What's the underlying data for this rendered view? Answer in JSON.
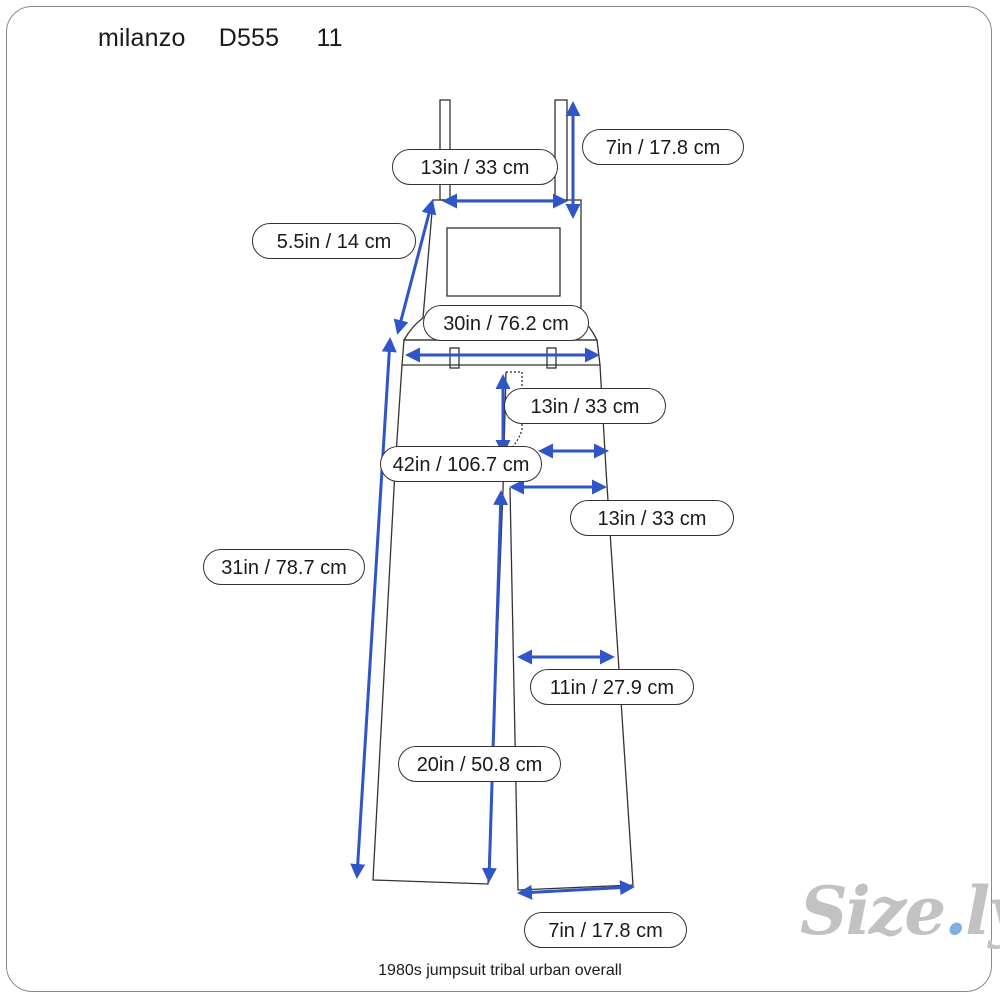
{
  "header": {
    "brand": "milanzo",
    "code": "D555",
    "size": "11"
  },
  "measurements": {
    "strap_drop": "7in / 17.8 cm",
    "bib_width": "13in / 33 cm",
    "bib_height": "5.5in / 14 cm",
    "waist": "30in / 76.2 cm",
    "front_rise": "13in / 33 cm",
    "hip": "42in / 106.7 cm",
    "thigh": "13in / 33 cm",
    "outseam": "31in / 78.7 cm",
    "knee": "11in / 27.9 cm",
    "inseam": "20in / 50.8 cm",
    "leg_opening": "7in / 17.8 cm"
  },
  "caption": "1980s jumpsuit tribal urban overall",
  "logo": {
    "text": "Size",
    "dot": ".",
    "tail": "ly"
  },
  "colors": {
    "arrow": "#2f55c8",
    "outline": "#333333"
  }
}
